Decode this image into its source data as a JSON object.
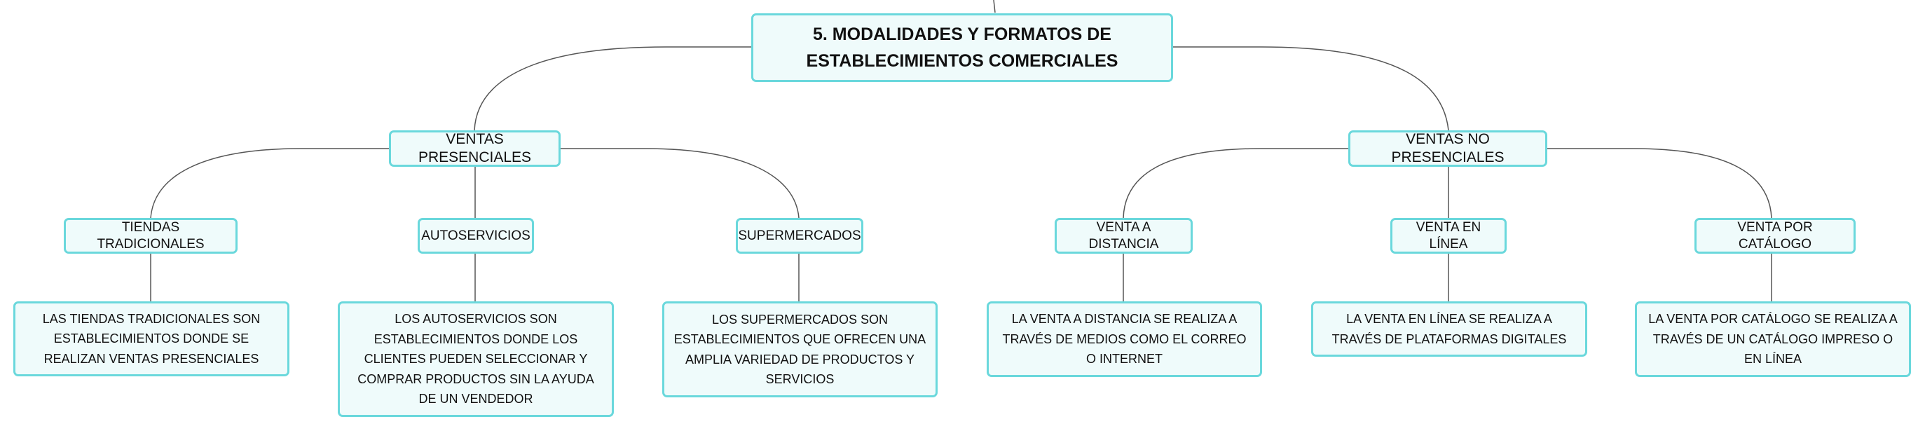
{
  "root": {
    "title": "5. MODALIDADES Y FORMATOS DE ESTABLECIMIENTOS COMERCIALES"
  },
  "branches": [
    {
      "label": "VENTAS PRESENCIALES",
      "topics": [
        {
          "label": "TIENDAS TRADICIONALES",
          "description": "LAS TIENDAS TRADICIONALES SON ESTABLECIMIENTOS DONDE SE REALIZAN VENTAS PRESENCIALES"
        },
        {
          "label": "AUTOSERVICIOS",
          "description": "LOS AUTOSERVICIOS SON ESTABLECIMIENTOS DONDE LOS CLIENTES PUEDEN SELECCIONAR Y COMPRAR PRODUCTOS SIN LA AYUDA DE UN VENDEDOR"
        },
        {
          "label": "SUPERMERCADOS",
          "description": "LOS SUPERMERCADOS SON ESTABLECIMIENTOS QUE OFRECEN UNA AMPLIA VARIEDAD DE PRODUCTOS Y SERVICIOS"
        }
      ]
    },
    {
      "label": "VENTAS NO PRESENCIALES",
      "topics": [
        {
          "label": "VENTA A DISTANCIA",
          "description": "LA VENTA A DISTANCIA SE REALIZA A TRAVÉS DE MEDIOS COMO EL CORREO O INTERNET"
        },
        {
          "label": "VENTA EN LÍNEA",
          "description": "LA VENTA EN LÍNEA SE REALIZA A TRAVÉS DE PLATAFORMAS DIGITALES"
        },
        {
          "label": "VENTA POR CATÁLOGO",
          "description": "LA VENTA POR CATÁLOGO SE REALIZA A TRAVÉS DE UN CATÁLOGO IMPRESO O EN LÍNEA"
        }
      ]
    }
  ],
  "colors": {
    "node_border": "#6ad8dc",
    "node_fill": "#effbfb",
    "connector": "#555555"
  }
}
